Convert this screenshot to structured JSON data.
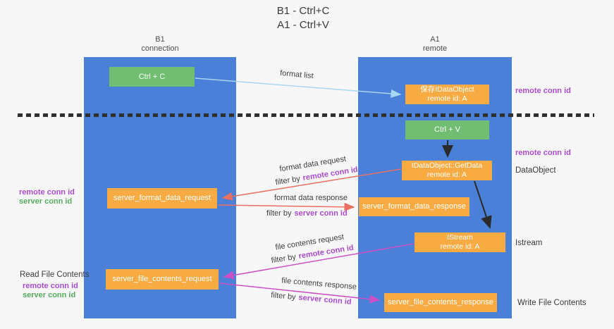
{
  "title": {
    "line1": "B1 - Ctrl+C",
    "line2": "A1 - Ctrl+V"
  },
  "lanes": {
    "left": {
      "name": "B1",
      "role": "connection"
    },
    "right": {
      "name": "A1",
      "role": "remote"
    }
  },
  "nodes": {
    "ctrl_c": {
      "label": "Ctrl + C"
    },
    "save_idataobject": {
      "line1": "保存IDataObject",
      "line2": "remote id: A"
    },
    "ctrl_v": {
      "label": "Ctrl + V"
    },
    "idataobject_getdata": {
      "line1": "IDataObject::GetData",
      "line2": "remote id: A"
    },
    "server_format_data_request": {
      "label": "server_format_data_request"
    },
    "server_format_data_response": {
      "label": "server_format_data_response"
    },
    "istream": {
      "line1": "IStream",
      "line2": "remote id: A"
    },
    "server_file_contents_request": {
      "label": "server_file_contents_request"
    },
    "server_file_contents_response": {
      "label": "server_file_contents_response"
    }
  },
  "flow_labels": {
    "format_list": "format list",
    "format_data_request": "format data request",
    "format_data_response": "format data response",
    "file_contents_request": "file contents request",
    "file_contents_response": "file contents response",
    "filter_by": "filter by",
    "remote_conn_id": "remote conn id",
    "server_conn_id": "server conn id"
  },
  "side_labels": {
    "right_remote_conn_id_1": "remote conn id",
    "right_remote_conn_id_2": "remote conn id",
    "right_dataobject": "DataObject",
    "right_istream": "Istream",
    "right_write_file_contents": "Write File Contents",
    "left_remote_conn_id_1": "remote conn id",
    "left_server_conn_id_1": "server conn id",
    "left_read_file_contents": "Read File Contents",
    "left_remote_conn_id_2": "remote conn id",
    "left_server_conn_id_2": "server conn id"
  },
  "colors": {
    "lane_blue": "#4a80d8",
    "box_green": "#71bd71",
    "box_orange": "#f7ab42",
    "arrow_red": "#ec6f63",
    "arrow_magenta": "#cc4fc6",
    "arrow_lightblue": "#a9d7f2",
    "arrow_black": "#2b2b2b",
    "label_purple": "#ab4ccb",
    "label_green": "#56ac5e"
  }
}
